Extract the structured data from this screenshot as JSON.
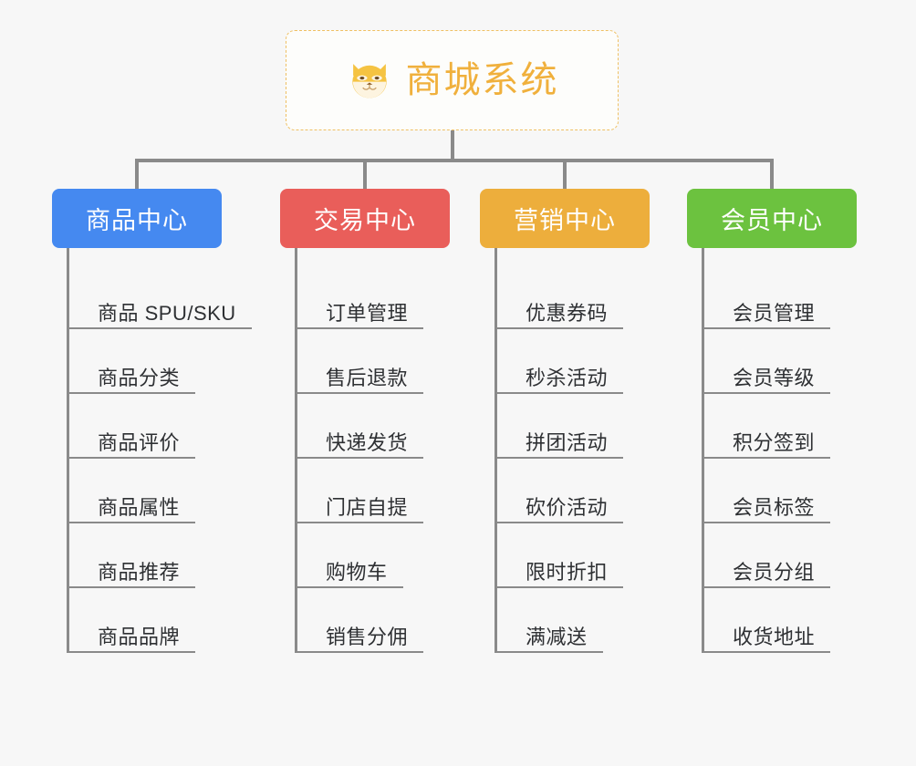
{
  "diagram": {
    "title": "商城系统",
    "root_icon": "shiba-dog-icon",
    "background_color": "#f7f7f7",
    "connector_color": "#8a8a8a",
    "root": {
      "label": "商城系统",
      "text_color": "#f0b03c",
      "border_color": "#efc063",
      "border_style": "dashed"
    },
    "branches": [
      {
        "label": "商品中心",
        "color": "#4589f0",
        "items": [
          "商品 SPU/SKU",
          "商品分类",
          "商品评价",
          "商品属性",
          "商品推荐",
          "商品品牌"
        ]
      },
      {
        "label": "交易中心",
        "color": "#e95e5a",
        "items": [
          "订单管理",
          "售后退款",
          "快递发货",
          "门店自提",
          "购物车",
          "销售分佣"
        ]
      },
      {
        "label": "营销中心",
        "color": "#edae3c",
        "items": [
          "优惠券码",
          "秒杀活动",
          "拼团活动",
          "砍价活动",
          "限时折扣",
          "满减送"
        ]
      },
      {
        "label": "会员中心",
        "color": "#6cc23f",
        "items": [
          "会员管理",
          "会员等级",
          "积分签到",
          "会员标签",
          "会员分组",
          "收货地址"
        ]
      }
    ]
  }
}
